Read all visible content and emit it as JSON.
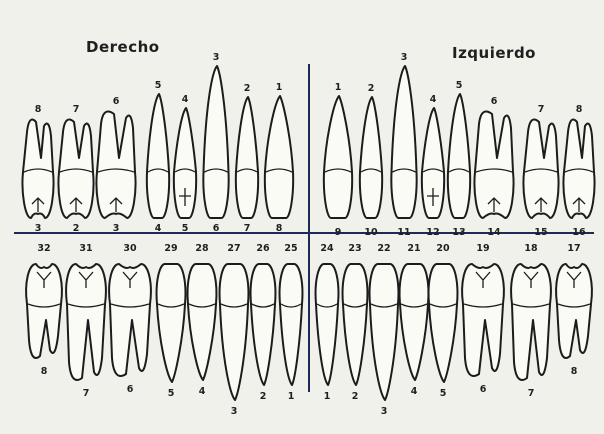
{
  "sides": {
    "right": "Derecho",
    "left": "Izquierdo"
  },
  "upper": [
    {
      "num": "3",
      "type": "8"
    },
    {
      "num": "2",
      "type": "7"
    },
    {
      "num": "3",
      "type": "6"
    },
    {
      "num": "4",
      "type": "5"
    },
    {
      "num": "5",
      "type": "4"
    },
    {
      "num": "6",
      "type": "3"
    },
    {
      "num": "7",
      "type": "2"
    },
    {
      "num": "8",
      "type": "1"
    },
    {
      "num": "9",
      "type": "1"
    },
    {
      "num": "10",
      "type": "2"
    },
    {
      "num": "11",
      "type": "3"
    },
    {
      "num": "12",
      "type": "4"
    },
    {
      "num": "13",
      "type": "5"
    },
    {
      "num": "14",
      "type": "6"
    },
    {
      "num": "15",
      "type": "7"
    },
    {
      "num": "16",
      "type": "8"
    }
  ],
  "lower": [
    {
      "num": "32",
      "type": "8"
    },
    {
      "num": "31",
      "type": "7"
    },
    {
      "num": "30",
      "type": "6"
    },
    {
      "num": "29",
      "type": "5"
    },
    {
      "num": "28",
      "type": "4"
    },
    {
      "num": "27",
      "type": "3"
    },
    {
      "num": "26",
      "type": "2"
    },
    {
      "num": "25",
      "type": "1"
    },
    {
      "num": "24",
      "type": "1"
    },
    {
      "num": "23",
      "type": "2"
    },
    {
      "num": "22",
      "type": "3"
    },
    {
      "num": "21",
      "type": "4"
    },
    {
      "num": "20",
      "type": "5"
    },
    {
      "num": "19",
      "type": "6"
    },
    {
      "num": "18",
      "type": "7"
    },
    {
      "num": "17",
      "type": "8"
    }
  ]
}
